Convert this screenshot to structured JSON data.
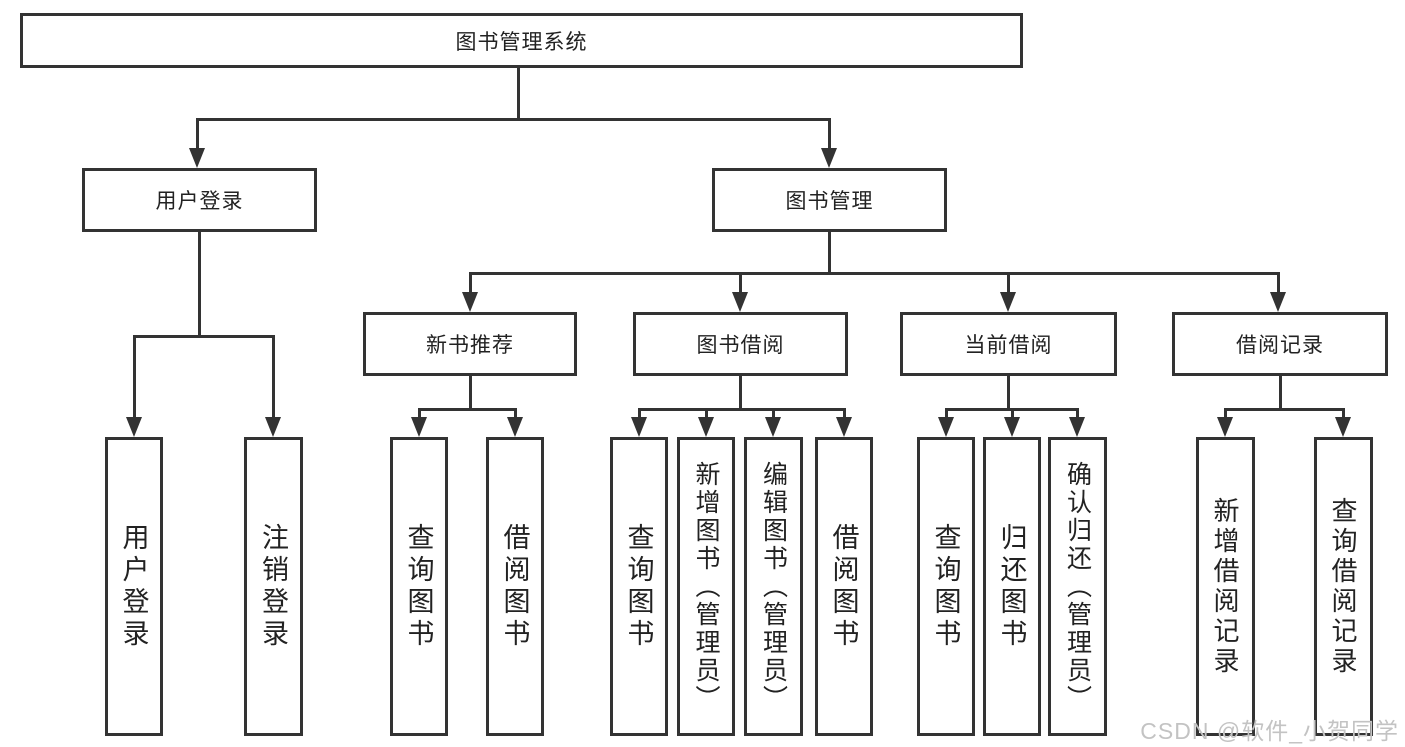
{
  "tree": {
    "label": "图书管理系统",
    "children": [
      {
        "label": "用户登录",
        "children": [
          {
            "label": "用户登录"
          },
          {
            "label": "注销登录"
          }
        ]
      },
      {
        "label": "图书管理",
        "children": [
          {
            "label": "新书推荐",
            "children": [
              {
                "label": "查询图书"
              },
              {
                "label": "借阅图书"
              }
            ]
          },
          {
            "label": "图书借阅",
            "children": [
              {
                "label": "查询图书"
              },
              {
                "label": "新增图书（管理员）"
              },
              {
                "label": "编辑图书（管理员）"
              },
              {
                "label": "借阅图书"
              }
            ]
          },
          {
            "label": "当前借阅",
            "children": [
              {
                "label": "查询图书"
              },
              {
                "label": "归还图书"
              },
              {
                "label": "确认归还（管理员）"
              }
            ]
          },
          {
            "label": "借阅记录",
            "children": [
              {
                "label": "新增借阅记录"
              },
              {
                "label": "查询借阅记录"
              }
            ]
          }
        ]
      }
    ]
  },
  "watermark": {
    "text": "CSDN @软件_小贺同学"
  },
  "colors": {
    "line": "#333333",
    "text": "#222222",
    "background": "#ffffff",
    "watermark": "#c3c3c3"
  }
}
